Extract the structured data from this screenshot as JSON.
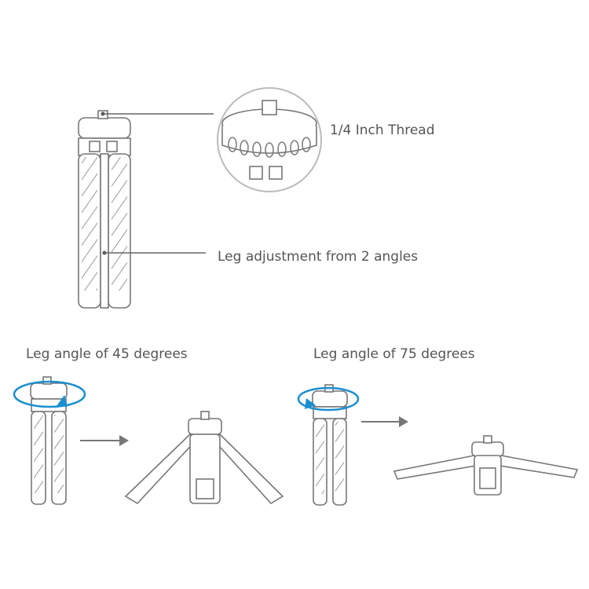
{
  "callouts": {
    "thread": "1/4 Inch Thread",
    "legs": "Leg adjustment from 2 angles"
  },
  "captions": {
    "angle45": "Leg angle of 45 degrees",
    "angle75": "Leg angle of 75 degrees"
  },
  "colors": {
    "rotate_arrow": "#1a8fd0",
    "line": "#666666"
  }
}
